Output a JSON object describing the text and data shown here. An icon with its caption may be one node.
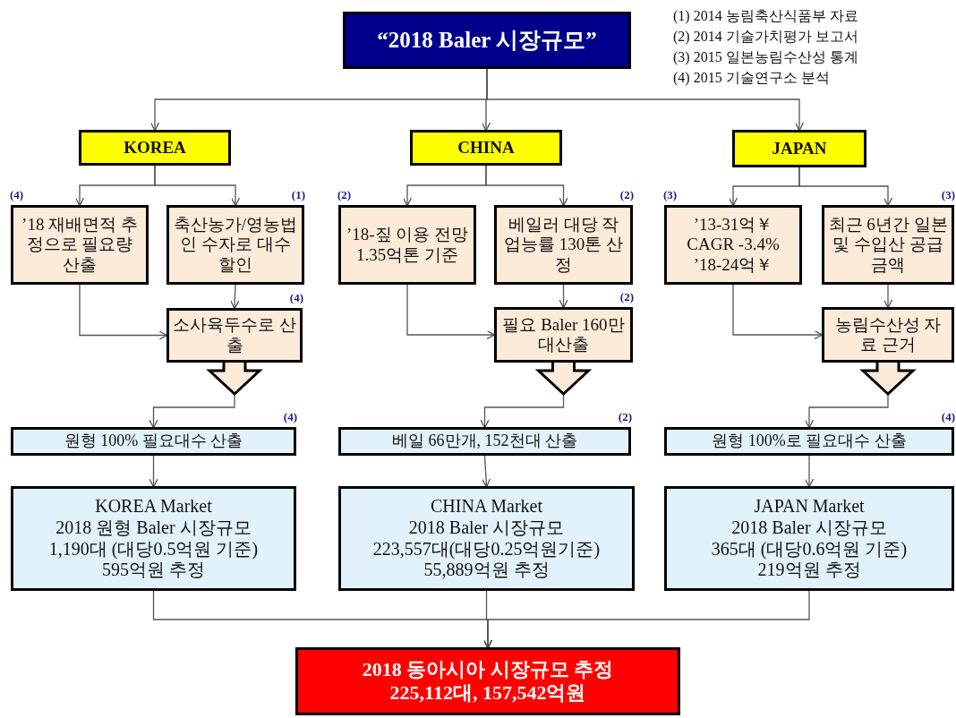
{
  "diagram": {
    "nodes": [
      {
        "text": [
          "“2018 Baler 시장규모”"
        ]
      },
      {
        "text": [
          "KOREA"
        ]
      },
      {
        "text": [
          "CHINA"
        ]
      },
      {
        "text": [
          "JAPAN"
        ]
      },
      {
        "text": [
          "’18 재배면적 추정으로 필요량 산출"
        ],
        "beside": [
          "(4)"
        ]
      },
      {
        "text": [
          "축산농가/영농법인 수자로 대수할인"
        ],
        "beside": [
          "(1)"
        ]
      },
      {
        "text": [
          "소사육두수로 산출"
        ],
        "beside": [
          "(4)"
        ]
      },
      {
        "text": [
          "원형 100% 필요대수 산출"
        ],
        "beside": [
          "(4)"
        ]
      },
      {
        "text": [
          "KOREA Market",
          "2018 원형 Baler 시장규모",
          "1,190대 (대당0.5억원 기준)",
          "595억원 추정"
        ]
      },
      {
        "text": [
          "’18-짚 이용 전망 1.35억톤 기준"
        ],
        "beside": [
          "(2)"
        ]
      },
      {
        "text": [
          "베일러 대당 작업능률 130톤 산정"
        ],
        "beside": [
          "(2)"
        ]
      },
      {
        "text": [
          "필요 Baler 160만대산출"
        ],
        "beside": [
          "(2)"
        ]
      },
      {
        "text": [
          "베일 66만개, 152천대 산출"
        ],
        "beside": [
          "(2)"
        ]
      },
      {
        "text": [
          "CHINA Market",
          "2018 Baler 시장규모",
          "223,557대(대당0.25억원기준)",
          "55,889억원 추정"
        ]
      },
      {
        "text": [
          "’13-31억￥",
          "CAGR -3.4%",
          "’18-24억￥"
        ],
        "beside": [
          "(3)"
        ]
      },
      {
        "text": [
          "최근 6년간 일본 및 수입산 공급금액"
        ],
        "beside": [
          "(3)"
        ]
      },
      {
        "text": [
          "농림수산성 자료 근거"
        ]
      },
      {
        "text": [
          "원형 100%로 필요대수 산출"
        ],
        "beside": [
          "(4)"
        ]
      },
      {
        "text": [
          "JAPAN Market",
          "2018 Baler 시장규모",
          "365대 (대당0.6억원 기준)",
          "219억원 추정"
        ]
      },
      {
        "text": [
          "2018 동아시아 시장규모 추정",
          "225,112대, 157,542억원"
        ]
      }
    ],
    "edges": [
      {
        "from": 0,
        "to": 1,
        "arrow": "to"
      },
      {
        "from": 0,
        "to": 2,
        "arrow": "to"
      },
      {
        "from": 0,
        "to": 3,
        "arrow": "to"
      },
      {
        "from": 1,
        "to": 4,
        "arrow": "to"
      },
      {
        "from": 1,
        "to": 5,
        "arrow": "to"
      },
      {
        "from": 4,
        "to": 6,
        "arrow": "to"
      },
      {
        "from": 5,
        "to": 6,
        "arrow": "to"
      },
      {
        "from": 6,
        "to": 7,
        "arrow": "to"
      },
      {
        "from": 7,
        "to": 8,
        "arrow": "to"
      },
      {
        "from": 2,
        "to": 9,
        "arrow": "to"
      },
      {
        "from": 2,
        "to": 10,
        "arrow": "to"
      },
      {
        "from": 9,
        "to": 11,
        "arrow": "to"
      },
      {
        "from": 10,
        "to": 11,
        "arrow": "to"
      },
      {
        "from": 11,
        "to": 12,
        "arrow": "to"
      },
      {
        "from": 12,
        "to": 13,
        "arrow": "to"
      },
      {
        "from": 3,
        "to": 14,
        "arrow": "to"
      },
      {
        "from": 3,
        "to": 15,
        "arrow": "to"
      },
      {
        "from": 14,
        "to": 16,
        "arrow": "to"
      },
      {
        "from": 15,
        "to": 16,
        "arrow": "to"
      },
      {
        "from": 16,
        "to": 17,
        "arrow": "to"
      },
      {
        "from": 17,
        "to": 18,
        "arrow": "to"
      },
      {
        "from": 8,
        "to": 19,
        "arrow": "to"
      },
      {
        "from": 13,
        "to": 19,
        "arrow": "to"
      },
      {
        "from": 18,
        "to": 19,
        "arrow": "to"
      }
    ],
    "labels": [
      "(1) 2014 농림축산식품부 자료",
      "(2) 2014 기술가치평가 보고서",
      "(3) 2015 일본농림수산성 통계",
      "(4) 2015 기술연구소 분석"
    ]
  }
}
